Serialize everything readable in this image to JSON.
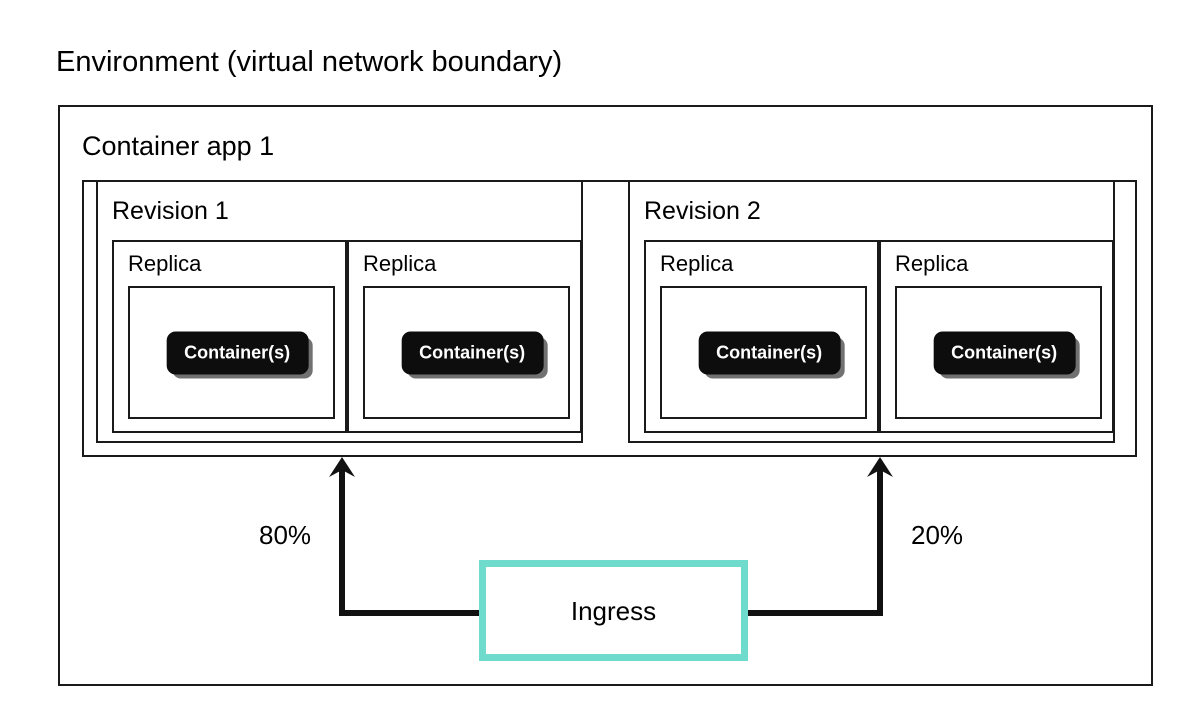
{
  "diagram": {
    "title": "Environment (virtual network boundary)",
    "app": {
      "label": "Container app 1"
    },
    "revisions": [
      {
        "label": "Revision 1",
        "traffic_percent": "80%",
        "replicas": [
          {
            "label": "Replica",
            "container_label": "Container(s)"
          },
          {
            "label": "Replica",
            "container_label": "Container(s)"
          }
        ]
      },
      {
        "label": "Revision 2",
        "traffic_percent": "20%",
        "replicas": [
          {
            "label": "Replica",
            "container_label": "Container(s)"
          },
          {
            "label": "Replica",
            "container_label": "Container(s)"
          }
        ]
      }
    ],
    "ingress": {
      "label": "Ingress",
      "border_color": "#6edbcc"
    },
    "colors": {
      "stroke": "#1a1a1a",
      "background": "#ffffff",
      "pill_fill": "#0d0d0d",
      "pill_text": "#ffffff",
      "pill_shadow": "#696969",
      "accent": "#6edbcc"
    }
  }
}
